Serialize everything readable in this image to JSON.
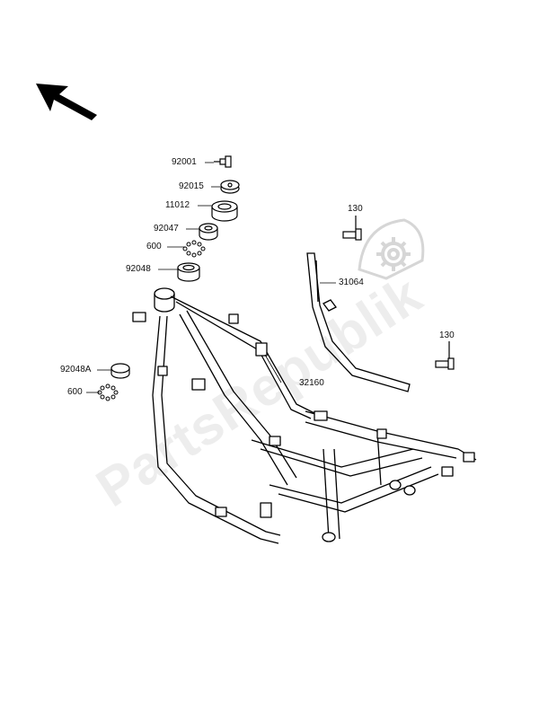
{
  "watermark": "PartsRepublik",
  "parts": [
    {
      "id": "p-92001",
      "label": "92001"
    },
    {
      "id": "p-92015",
      "label": "92015"
    },
    {
      "id": "p-11012",
      "label": "11012"
    },
    {
      "id": "p-92047",
      "label": "92047"
    },
    {
      "id": "p-600a",
      "label": "600"
    },
    {
      "id": "p-92048",
      "label": "92048"
    },
    {
      "id": "p-130a",
      "label": "130"
    },
    {
      "id": "p-31064",
      "label": "31064"
    },
    {
      "id": "p-130b",
      "label": "130"
    },
    {
      "id": "p-32160",
      "label": "32160"
    },
    {
      "id": "p-92048A",
      "label": "92048A"
    },
    {
      "id": "p-600b",
      "label": "600"
    }
  ],
  "icons": {
    "direction": "front-arrow-icon",
    "watermark": "gear-icon"
  },
  "colors": {
    "line": "#000000",
    "watermark": "#dddddd"
  }
}
